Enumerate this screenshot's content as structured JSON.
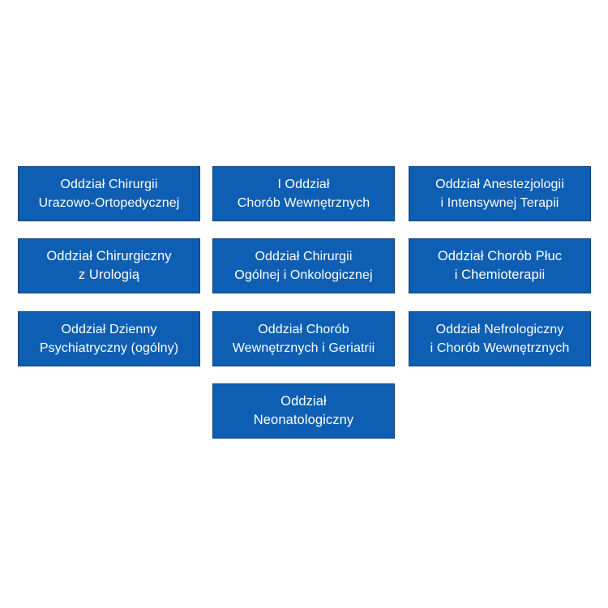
{
  "signs": [
    {
      "line1": "Oddział Chirurgii",
      "line2": "Urazowo-Ortopedycznej"
    },
    {
      "line1": "I Oddział",
      "line2": "Chorób Wewnętrznych"
    },
    {
      "line1": "Oddział Anestezjologii",
      "line2": "i Intensywnej Terapii"
    },
    {
      "line1": "Oddział Chirurgiczny",
      "line2": "z Urologią"
    },
    {
      "line1": "Oddział Chirurgii",
      "line2": "Ogólnej i Onkologicznej"
    },
    {
      "line1": "Oddział Chorób Płuc",
      "line2": "i Chemioterapii"
    },
    {
      "line1": "Oddział Dzienny",
      "line2": "Psychiatryczny (ogólny)"
    },
    {
      "line1": "Oddział Chorób",
      "line2": "Wewnętrznych i Geriatrii"
    },
    {
      "line1": "Oddział Nefrologiczny",
      "line2": "i Chorób Wewnętrznych"
    },
    {
      "line1": "Oddział",
      "line2": "Neonatologiczny"
    }
  ],
  "colors": {
    "sign_background": "#0e5fb3",
    "sign_text": "#ffffff",
    "page_background": "#ffffff"
  }
}
